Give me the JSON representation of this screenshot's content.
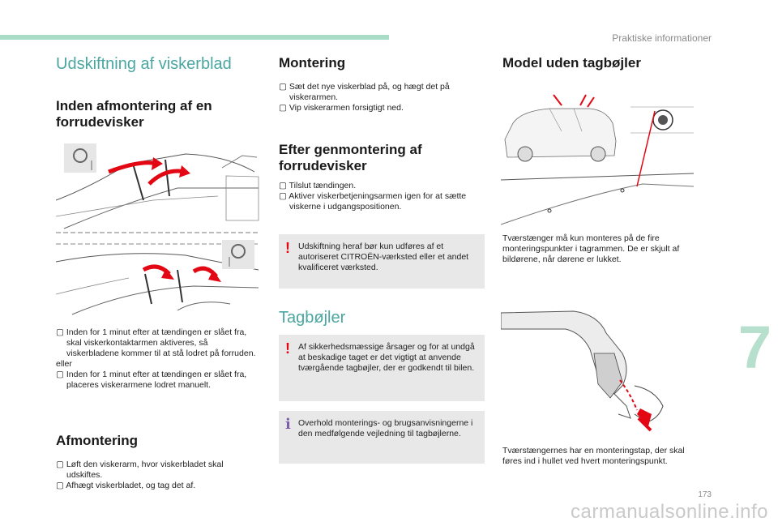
{
  "header": {
    "section": "Praktiske informationer",
    "page_number": "173",
    "chapter": "7"
  },
  "watermark": "carmanualsonline.info",
  "col1": {
    "title": "Udskiftning af viskerblad",
    "heading1": "Inden afmontering af en forrudevisker",
    "bullets1": [
      "Inden for 1 minut efter at tændingen er slået fra, skal viskerkontaktarmen aktiveres, så viskerbladene kommer til at stå lodret på forruden.",
      "Inden for 1 minut efter at tændingen er slået fra, placeres viskerarmene lodret manuelt."
    ],
    "or": "eller",
    "heading2": "Afmontering",
    "bullets2": [
      "Løft den viskerarm, hvor viskerbladet skal udskiftes.",
      "Afhægt viskerbladet, og tag det af."
    ]
  },
  "col2": {
    "heading1": "Montering",
    "bullets1": [
      "Sæt det nye viskerblad på, og hægt det på viskerarmen.",
      "Vip viskerarmen forsigtigt ned."
    ],
    "heading2": "Efter genmontering af forrudevisker",
    "bullets2": [
      "Tilslut tændingen.",
      "Aktiver viskerbetjeningsarmen igen for at sætte viskerne i udgangspositionen."
    ],
    "warning1": "Udskiftning heraf bør kun udføres af et autoriseret CITROËN-værksted eller et andet kvalificeret værksted.",
    "title2": "Tagbøjler",
    "warning2": "Af sikkerhedsmæssige årsager og for at undgå at beskadige taget er det vigtigt at anvende tværgående tagbøjler, der er godkendt til bilen.",
    "info": "Overhold monterings- og brugsanvisningerne i den medfølgende vejledning til tagbøjlerne."
  },
  "col3": {
    "heading": "Model uden tagbøjler",
    "caption1": "Tværstænger må kun monteres på de fire monteringspunkter i tagrammen. De er skjult af bildørene, når dørene er lukket.",
    "caption2": "Tværstængernes har en monteringstap, der skal føres ind i hullet ved hvert monteringspunkt."
  },
  "icons": {
    "bullet": "checkbox-bullet-icon",
    "warning": "exclamation-icon",
    "info": "info-icon",
    "steering": "steering-wheel-icon",
    "arrow": "red-curved-arrow-icon"
  },
  "colors": {
    "accent": "#4aa6a0",
    "warning": "#e30613",
    "info": "#7b5ea7",
    "topbar": "#a8dcc7",
    "chapter": "#b7dfcd"
  }
}
